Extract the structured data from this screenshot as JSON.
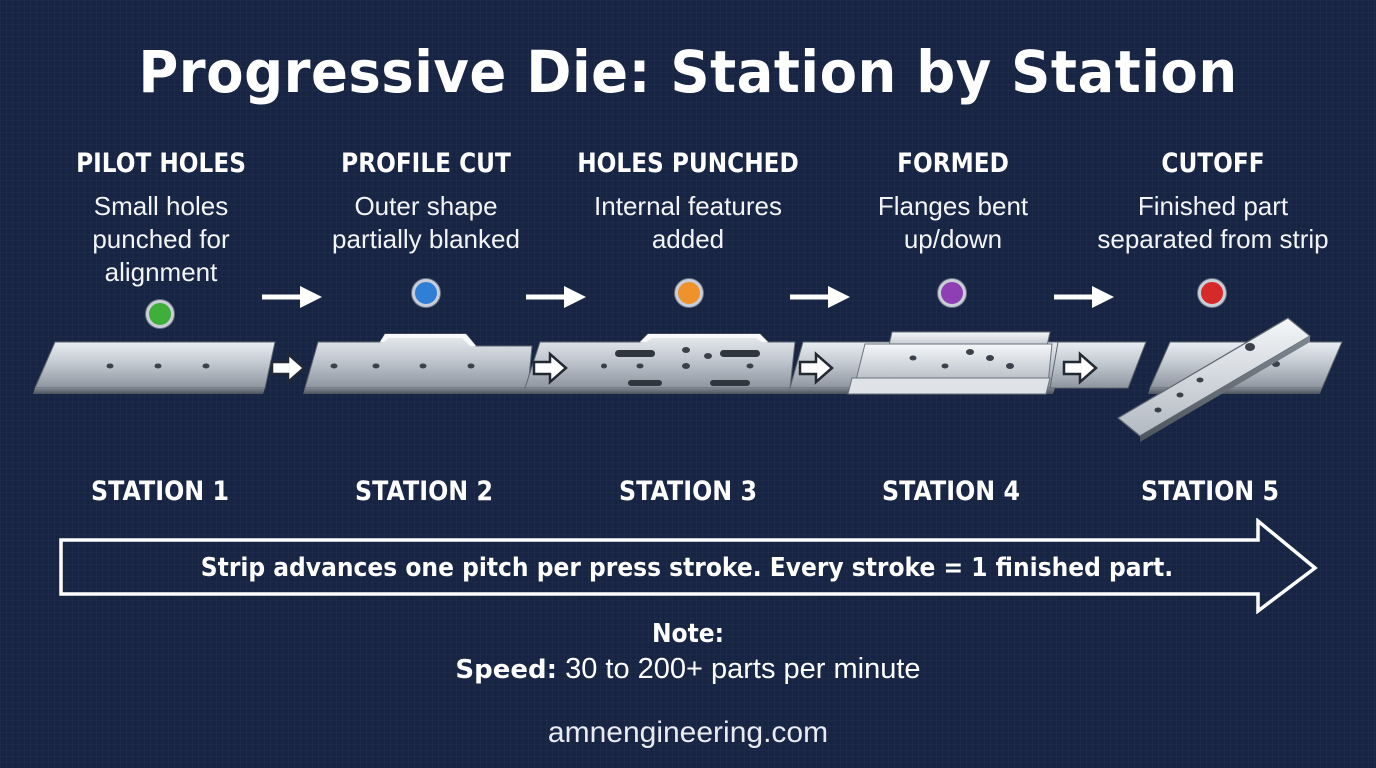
{
  "title": "Progressive Die: Station by Station",
  "stages": [
    {
      "name": "PILOT HOLES",
      "desc_lines": [
        "Small holes",
        "punched for",
        "alignment"
      ],
      "color": "#3fae3a",
      "station": "STATION 1"
    },
    {
      "name": "PROFILE CUT",
      "desc_lines": [
        "Outer shape",
        "partially blanked"
      ],
      "color": "#2f7fd6",
      "station": "STATION 2"
    },
    {
      "name": "HOLES PUNCHED",
      "desc_lines": [
        "Internal features",
        "added"
      ],
      "color": "#f0922b",
      "station": "STATION 3"
    },
    {
      "name": "FORMED",
      "desc_lines": [
        "Flanges bent",
        "up/down"
      ],
      "color": "#8e3fb3",
      "station": "STATION 4"
    },
    {
      "name": "CUTOFF",
      "desc_lines": [
        "Finished part",
        "separated from strip"
      ],
      "color": "#d62a2a",
      "station": "STATION 5"
    }
  ],
  "banner": "Strip advances one pitch per press stroke. Every stroke = 1 finished part.",
  "note": {
    "label": "Note:",
    "speed_label": "Speed:",
    "speed_value": " 30 to 200+ parts per minute"
  },
  "website": "amnengineering.com"
}
